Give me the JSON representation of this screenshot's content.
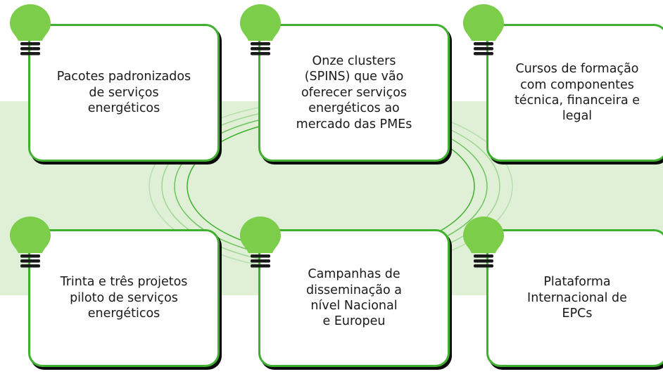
{
  "colors": {
    "bulb_green": "#7ccd49",
    "card_border": "#3fb02f",
    "band_background": "#dff0d6",
    "ring_stroke": "#3fb02f",
    "bulb_base": "#1a1a1a"
  },
  "icons": [
    "lightbulb-icon"
  ],
  "cards": [
    {
      "text": "Pacotes padronizados\nde serviços\nenergéticos"
    },
    {
      "text": "Onze clusters\n(SPINS) que vão\noferecer serviços\nenergéticos ao\nmercado das PMEs"
    },
    {
      "text": "Cursos de formação\ncom componentes\ntécnica, financeira e\nlegal"
    },
    {
      "text": "Trinta e três projetos\npiloto de serviços\nenergéticos"
    },
    {
      "text": "Campanhas de\ndisseminação a\nnível Nacional\ne Europeu"
    },
    {
      "text": "Plataforma\nInternacional de\nEPCs"
    }
  ]
}
